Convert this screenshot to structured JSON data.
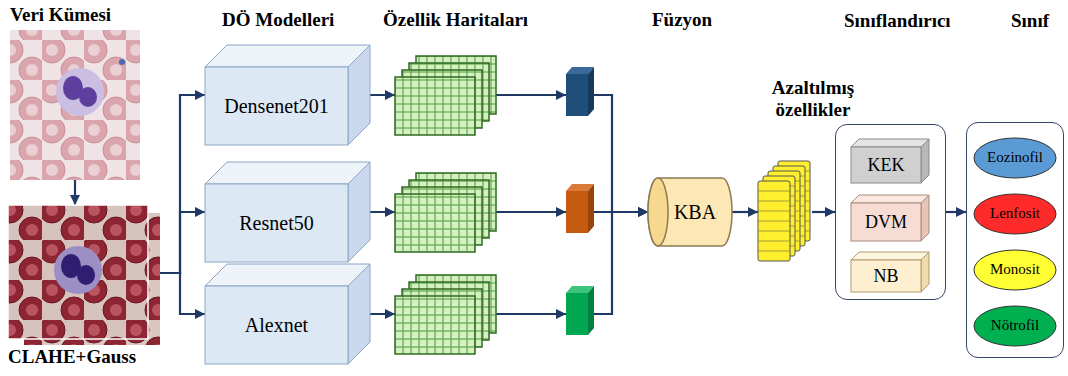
{
  "diagram": {
    "nodes": [
      {
        "text": [
          "Veri Kümesi"
        ]
      },
      {
        "text": [
          "CLAHE+Gauss"
        ]
      },
      {
        "text": [
          "Densenet201"
        ]
      },
      {
        "text": [
          "Resnet50"
        ]
      },
      {
        "text": [
          "Alexnet"
        ]
      },
      {
        "text": [
          "KBA"
        ]
      },
      {
        "text": [
          "Azaltılmış özellikler"
        ]
      },
      {
        "text": [
          "Sınıflandırıcı"
        ]
      },
      {
        "text": [
          "KEK"
        ],
        "in": 7
      },
      {
        "text": [
          "DVM"
        ],
        "in": 7
      },
      {
        "text": [
          "NB"
        ],
        "in": 7
      },
      {
        "text": [
          "Sınıf"
        ]
      },
      {
        "text": [
          "Eozinofil"
        ],
        "in": 11
      },
      {
        "text": [
          "Lenfosit"
        ],
        "in": 11
      },
      {
        "text": [
          "Monosit"
        ],
        "in": 11
      },
      {
        "text": [
          "Nötrofil"
        ],
        "in": 11
      }
    ],
    "edges": [
      {
        "from": 0,
        "to": 1,
        "arrow": "to"
      },
      {
        "from": 1,
        "to": 2,
        "arrow": "to"
      },
      {
        "from": 1,
        "to": 3,
        "arrow": "to"
      },
      {
        "from": 1,
        "to": 4,
        "arrow": "to"
      },
      {
        "from": 2,
        "to": 5,
        "arrow": "to"
      },
      {
        "from": 3,
        "to": 5,
        "arrow": "to"
      },
      {
        "from": 4,
        "to": 5,
        "arrow": "to"
      },
      {
        "from": 5,
        "to": 6,
        "arrow": "to"
      },
      {
        "from": 6,
        "to": 7,
        "arrow": "to"
      },
      {
        "from": 7,
        "to": 11,
        "arrow": "to"
      }
    ],
    "labels": [
      "DÖ Modelleri",
      "Özellik Haritaları",
      "Füzyon"
    ]
  }
}
